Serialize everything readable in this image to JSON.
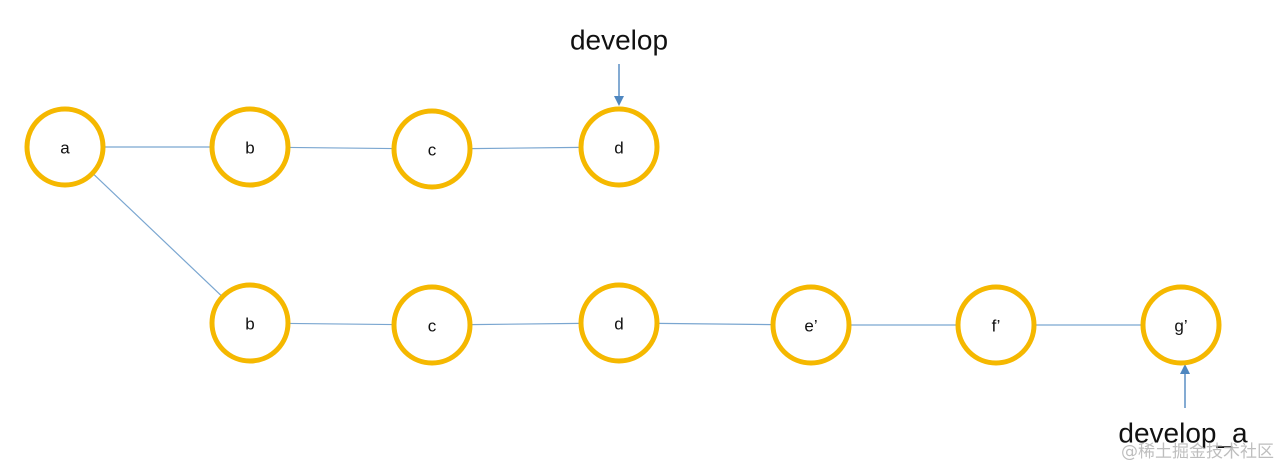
{
  "colors": {
    "node_stroke": "#f5b800",
    "edge": "#7aa6d0",
    "arrow": "#4f87c0"
  },
  "nodes": [
    {
      "id": "a",
      "label": "a"
    },
    {
      "id": "b1",
      "label": "b"
    },
    {
      "id": "c1",
      "label": "c"
    },
    {
      "id": "d1",
      "label": "d"
    },
    {
      "id": "b2",
      "label": "b"
    },
    {
      "id": "c2",
      "label": "c"
    },
    {
      "id": "d2",
      "label": "d"
    },
    {
      "id": "e",
      "label": "e’"
    },
    {
      "id": "f",
      "label": "f’"
    },
    {
      "id": "g",
      "label": "g’"
    }
  ],
  "edges": [
    {
      "from": "a",
      "to": "b1"
    },
    {
      "from": "b1",
      "to": "c1"
    },
    {
      "from": "c1",
      "to": "d1"
    },
    {
      "from": "a",
      "to": "b2"
    },
    {
      "from": "b2",
      "to": "c2"
    },
    {
      "from": "c2",
      "to": "d2"
    },
    {
      "from": "d2",
      "to": "e"
    },
    {
      "from": "e",
      "to": "f"
    },
    {
      "from": "f",
      "to": "g"
    }
  ],
  "pointers": [
    {
      "label": "develop",
      "target": "d1"
    },
    {
      "label": "develop_a",
      "target": "g"
    }
  ],
  "watermark": "@稀土掘金技术社区"
}
